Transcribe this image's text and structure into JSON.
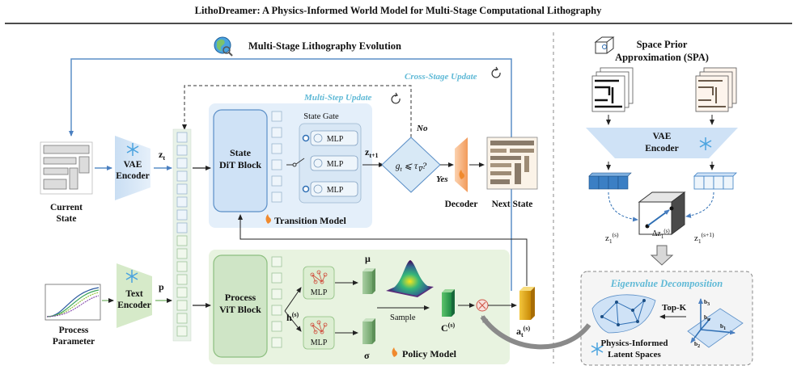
{
  "title": "LithoDreamer: A Physics-Informed World Model for Multi-Stage Computational Lithography",
  "left": {
    "header": "Multi-Stage Lithography Evolution",
    "cross_stage": "Cross-Stage Update",
    "multi_step": "Multi-Step Update",
    "current_state": [
      "Current",
      "State"
    ],
    "vae_encoder": [
      "VAE",
      "Encoder"
    ],
    "zt": "z",
    "zt_sub": "t",
    "p": "p",
    "text_encoder": [
      "Text",
      "Encoder"
    ],
    "process_parameter": [
      "Process",
      "Parameter"
    ],
    "state_gate": "State Gate",
    "state_dit": [
      "State",
      "DiT Block"
    ],
    "mlp": "MLP",
    "transition_model": "Transition Model",
    "zt1": "z",
    "zt1_sub": "t+1",
    "cond": "g",
    "cond_sub": "t",
    "cond_rest": " ⩽ τ",
    "cond_tau_sub": "∇",
    "cond_q": "?",
    "no": "No",
    "yes": "Yes",
    "decoder": "Decoder",
    "next_state": "Next State",
    "process_vit": [
      "Process",
      "ViT Block"
    ],
    "hs": "h",
    "hs_sup": "(s)",
    "mu": "μ",
    "sigma": "σ",
    "sample": "Sample",
    "cs": "C",
    "cs_sup": "(s)",
    "policy_model": "Policy Model",
    "at": "a",
    "at_sub": "t",
    "at_sup": "(s)"
  },
  "right": {
    "spa_title": [
      "Space Prior",
      "Approximation (SPA)"
    ],
    "vae_encoder": [
      "VAE",
      "Encoder"
    ],
    "z1": "z",
    "z1_sub": "1",
    "z1_sup": "(s)",
    "z2": "z",
    "z2_sub": "1",
    "z2_sup": "(s+1)",
    "delta": "Δz",
    "delta_sub": "1",
    "delta_sup": "(s)",
    "eigen": "Eigenvalue Decomposition",
    "topk": "Top-K",
    "latent": [
      "Physics-Informed",
      "Latent Spaces"
    ],
    "b3": "b",
    "b3_sub": "3",
    "bn": "b",
    "bn_sub": "n",
    "b1": "b",
    "b1_sub": "1",
    "b2": "b",
    "b2_sub": "2"
  },
  "colors": {
    "line_blue": "#5b8fc7",
    "panel_blue": "#e4effa",
    "panel_green": "#e8f3e0",
    "cyan_text": "#5fb9d6",
    "dark_blue": "#2f6fb4",
    "gold": "#e6a915",
    "green_token": "#3aa55a",
    "orange": "#f4a46a"
  }
}
